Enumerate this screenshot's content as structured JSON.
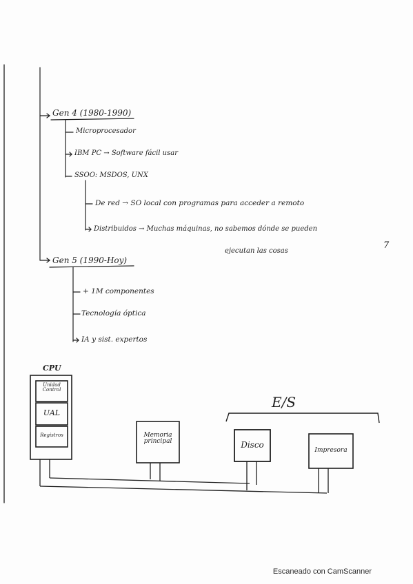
{
  "notes": {
    "gen4": {
      "heading": "Gen 4 (1980-1990)",
      "items": [
        "Microprocesador",
        "IBM PC → Software fácil usar",
        "SSOO: MSDOS, UNX"
      ],
      "subitems": [
        "De red → SO local con programas para acceder a remoto",
        "Distribuidos → Muchas máquinas, no sabemos dónde se pueden",
        "ejecutan las cosas"
      ],
      "margin_number": "7"
    },
    "gen5": {
      "heading": "Gen 5 (1990-Hoy)",
      "items": [
        "+ 1M componentes",
        "Tecnología óptica",
        "IA y sist. expertos"
      ]
    }
  },
  "diagram": {
    "cpu_label": "CPU",
    "cpu_units": [
      "Unidad Control",
      "UAL",
      "Registros"
    ],
    "memory_label": "Memoria principal",
    "io_label": "E/S",
    "disk_label": "Disco",
    "printer_label": "Impresora"
  },
  "footer": {
    "watermark": "Escaneado con CamScanner"
  },
  "colors": {
    "ink": "#1f1f1f",
    "paper": "#fdfdfd",
    "scan_border": "#111111"
  }
}
